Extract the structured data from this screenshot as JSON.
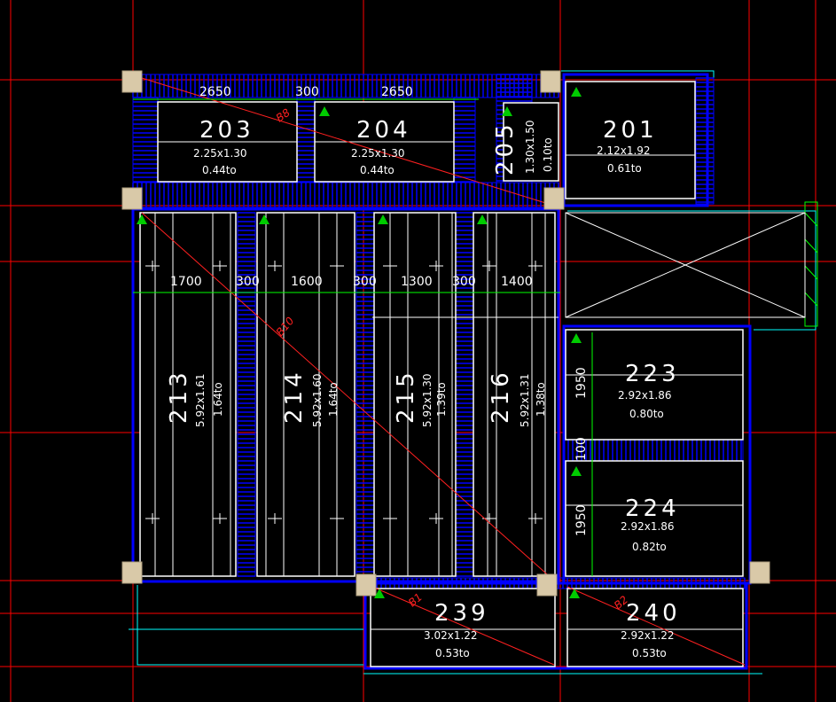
{
  "colors": {
    "background": "#000000",
    "grid": "#ff0000",
    "beam": "#0000ff",
    "slab": "#ffffff",
    "marker": "#00cc00",
    "column": "#d9c9a8",
    "dimension": "#00ff00"
  },
  "dimensions": {
    "top_a": "2650",
    "top_gap": "300",
    "top_b": "2650",
    "d1": "1700",
    "g1": "300",
    "d2": "1600",
    "g2": "300",
    "d3": "1300",
    "g3": "300",
    "d4": "1400",
    "v223": "1950",
    "v224": "1950",
    "v_gap": "100"
  },
  "beams": {
    "b8": "B8",
    "b10": "B10",
    "b1": "B1",
    "b2": "B2"
  },
  "rooms": [
    {
      "id": "203",
      "size": "2.25x1.30",
      "weight": "0.44to"
    },
    {
      "id": "204",
      "size": "2.25x1.30",
      "weight": "0.44to"
    },
    {
      "id": "205",
      "size": "1.30x1.50",
      "weight": "0.10to"
    },
    {
      "id": "201",
      "size": "2.12x1.92",
      "weight": "0.61to"
    },
    {
      "id": "213",
      "size": "5.92x1.61",
      "weight": "1.64to"
    },
    {
      "id": "214",
      "size": "5.92x1.60",
      "weight": "1.64to"
    },
    {
      "id": "215",
      "size": "5.92x1.30",
      "weight": "1.39to"
    },
    {
      "id": "216",
      "size": "5.92x1.31",
      "weight": "1.38to"
    },
    {
      "id": "223",
      "size": "2.92x1.86",
      "weight": "0.80to"
    },
    {
      "id": "224",
      "size": "2.92x1.86",
      "weight": "0.82to"
    },
    {
      "id": "239",
      "size": "3.02x1.22",
      "weight": "0.53to"
    },
    {
      "id": "240",
      "size": "2.92x1.22",
      "weight": "0.53to"
    }
  ]
}
